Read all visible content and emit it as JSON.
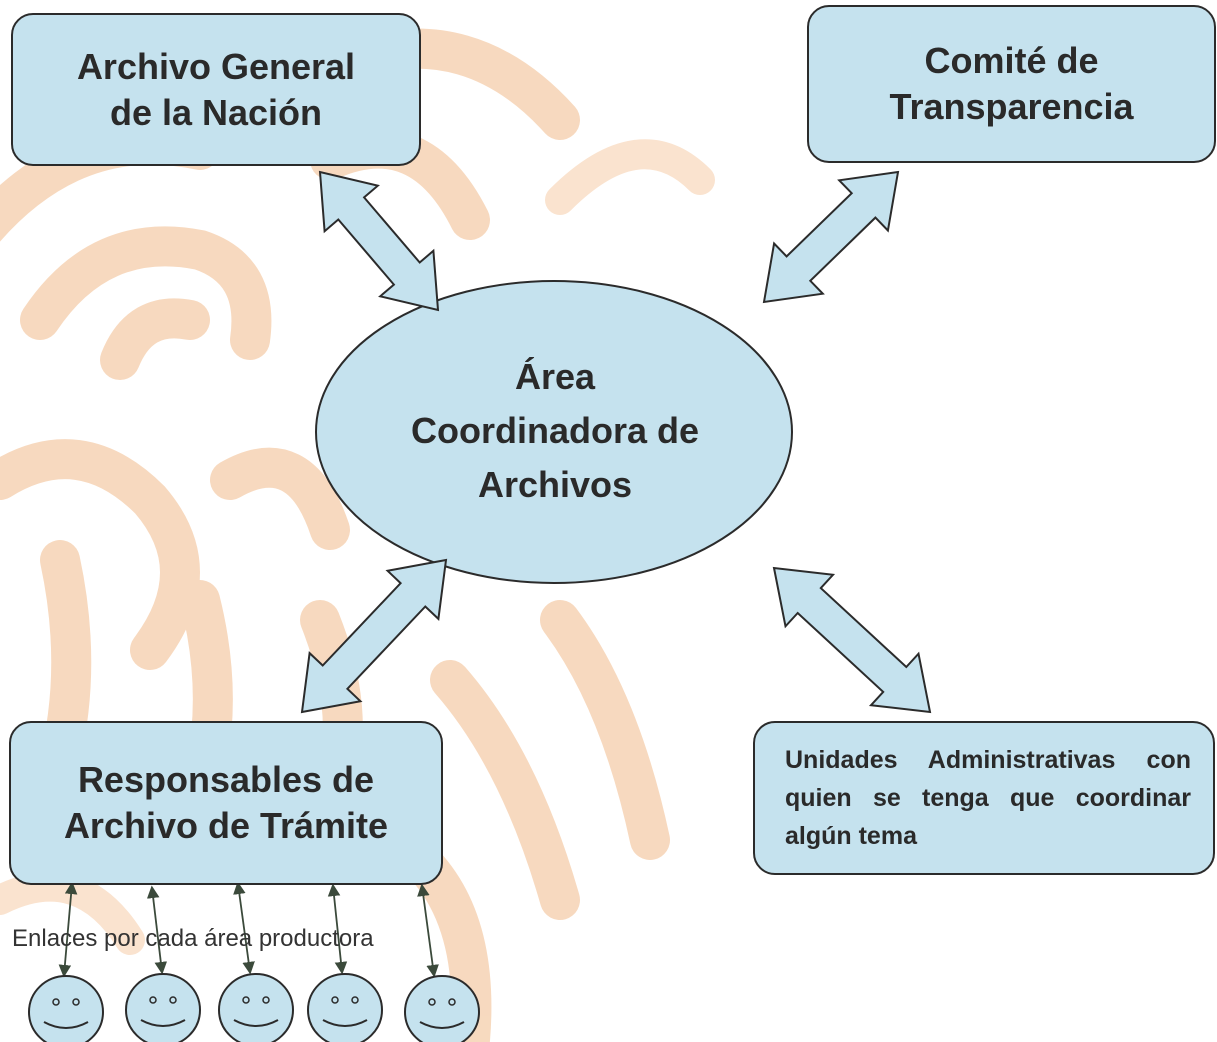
{
  "colors": {
    "node_fill": "#c5e2ee",
    "node_stroke": "#2b2b2b",
    "watermark": "#f6d3b4",
    "text": "#2a2a2a"
  },
  "nodes": {
    "agn": {
      "line1": "Archivo General",
      "line2": "de la Nación"
    },
    "ct": {
      "line1": "Comité de",
      "line2": "Transparencia"
    },
    "center": {
      "line1": "Área",
      "line2": "Coordinadora de",
      "line3": "Archivos"
    },
    "rat": {
      "line1": "Responsables de",
      "line2": "Archivo de Trámite"
    },
    "ua": {
      "text": "Unidades Administrativas con quien se tenga que coordinar algún tema"
    }
  },
  "links_caption": "Enlaces por cada área productora",
  "faces_count": 5
}
